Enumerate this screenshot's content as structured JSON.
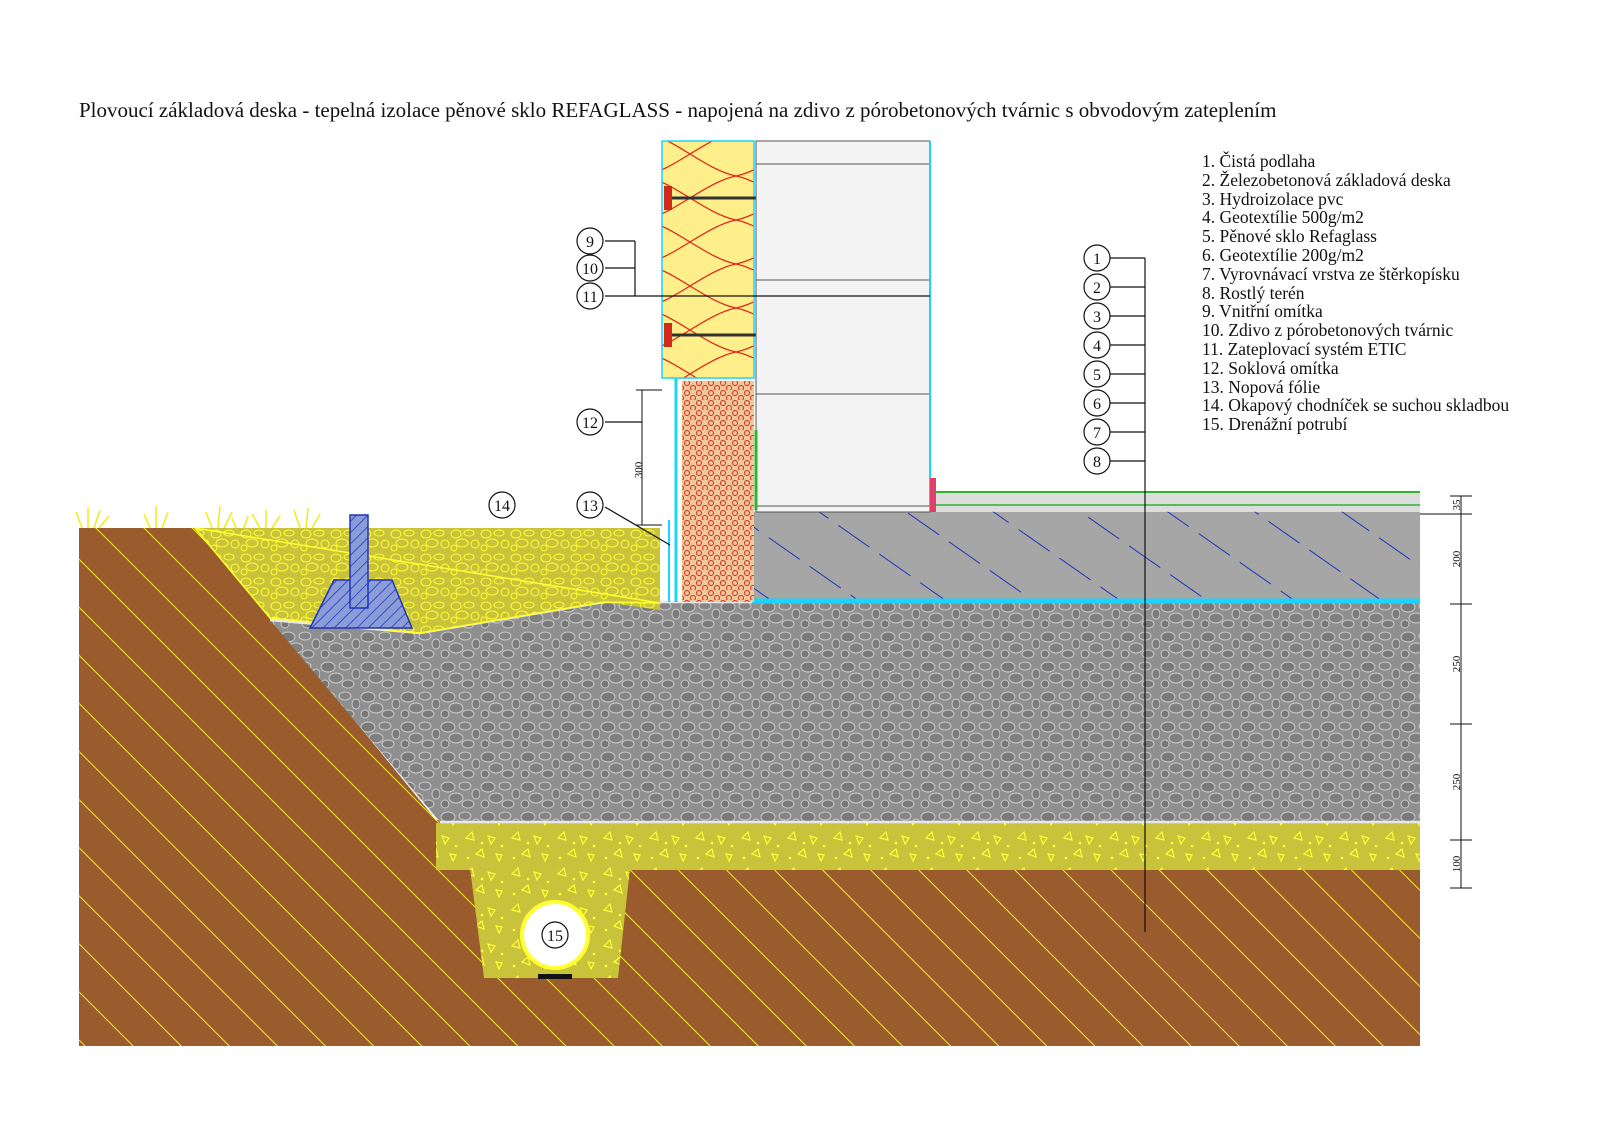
{
  "title": "Plovoucí základová deska - tepelná izolace pěnové sklo REFAGLASS - napojená na zdivo z pórobetonových tvárnic s obvodovým zateplením",
  "legend": [
    "1. Čistá podlaha",
    "2. Železobetonová základová deska",
    "3. Hydroizolace pvc",
    "4. Geotextílie 500g/m2",
    "5. Pěnové sklo Refaglass",
    "6. Geotextílie 200g/m2",
    "7. Vyrovnávací vrstva ze štěrkopísku",
    "8. Rostlý terén",
    "9. Vnitřní omítka",
    "10. Zdivo z pórobetonových tvárnic",
    "11. Zateplovací systém ETIC",
    "12. Soklová omítka",
    "13. Nopová fólie",
    "14. Okapový chodníček se suchou skladbou",
    "15. Drenážní potrubí"
  ],
  "callouts": {
    "c1": "1",
    "c2": "2",
    "c3": "3",
    "c4": "4",
    "c5": "5",
    "c6": "6",
    "c7": "7",
    "c8": "8",
    "c9": "9",
    "c10": "10",
    "c11": "11",
    "c12": "12",
    "c13": "13",
    "c14": "14",
    "c15": "15"
  },
  "dimensions": {
    "plinth": "300",
    "floor": "35",
    "slab": "200",
    "glass_1": "250",
    "glass_2": "250",
    "leveling": "100"
  },
  "colors": {
    "soil": "#9a5c2c",
    "hatch_yellow": "#f2ec24",
    "foamglass": "#9a9a9a",
    "concrete": "#a9a9a9",
    "blue_hatch": "#2233bb",
    "gravel_sand": "#c8c23a",
    "insulation": "#ffef8a",
    "waterproofing": "#19d4ff",
    "masonry_orange": "#f2c79a"
  }
}
